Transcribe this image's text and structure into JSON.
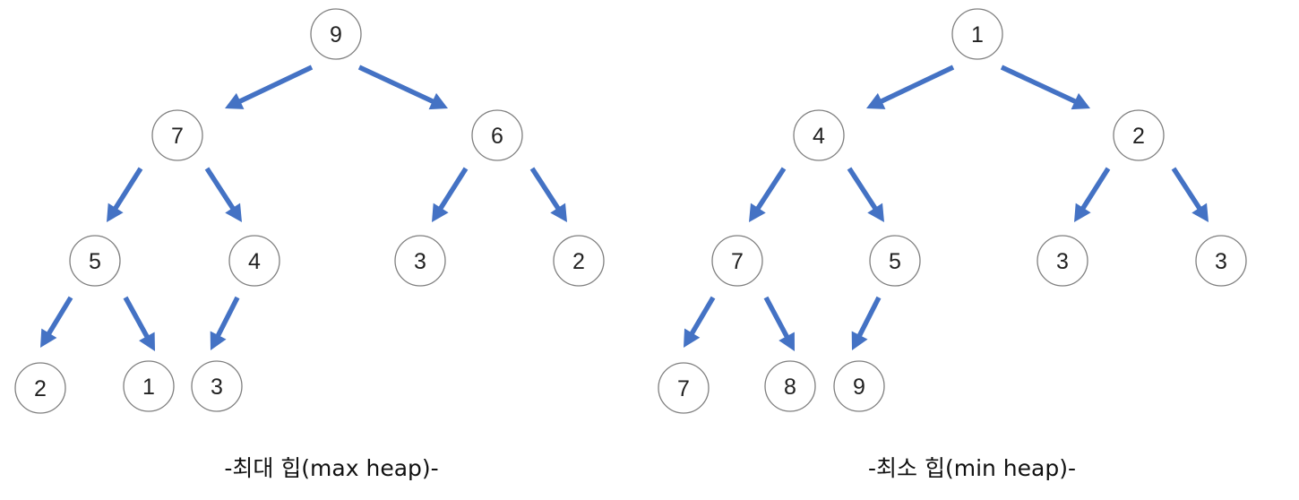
{
  "colors": {
    "edge": "#4472c4",
    "node_border": "#7f7f7f",
    "node_fill": "#ffffff"
  },
  "max_heap": {
    "caption": "-최대 힙(max heap)-",
    "nodes": [
      "9",
      "7",
      "6",
      "5",
      "4",
      "3",
      "2",
      "2",
      "1",
      "3"
    ]
  },
  "min_heap": {
    "caption": "-최소 힙(min heap)-",
    "nodes": [
      "1",
      "4",
      "2",
      "7",
      "5",
      "3",
      "3",
      "7",
      "8",
      "9"
    ]
  }
}
